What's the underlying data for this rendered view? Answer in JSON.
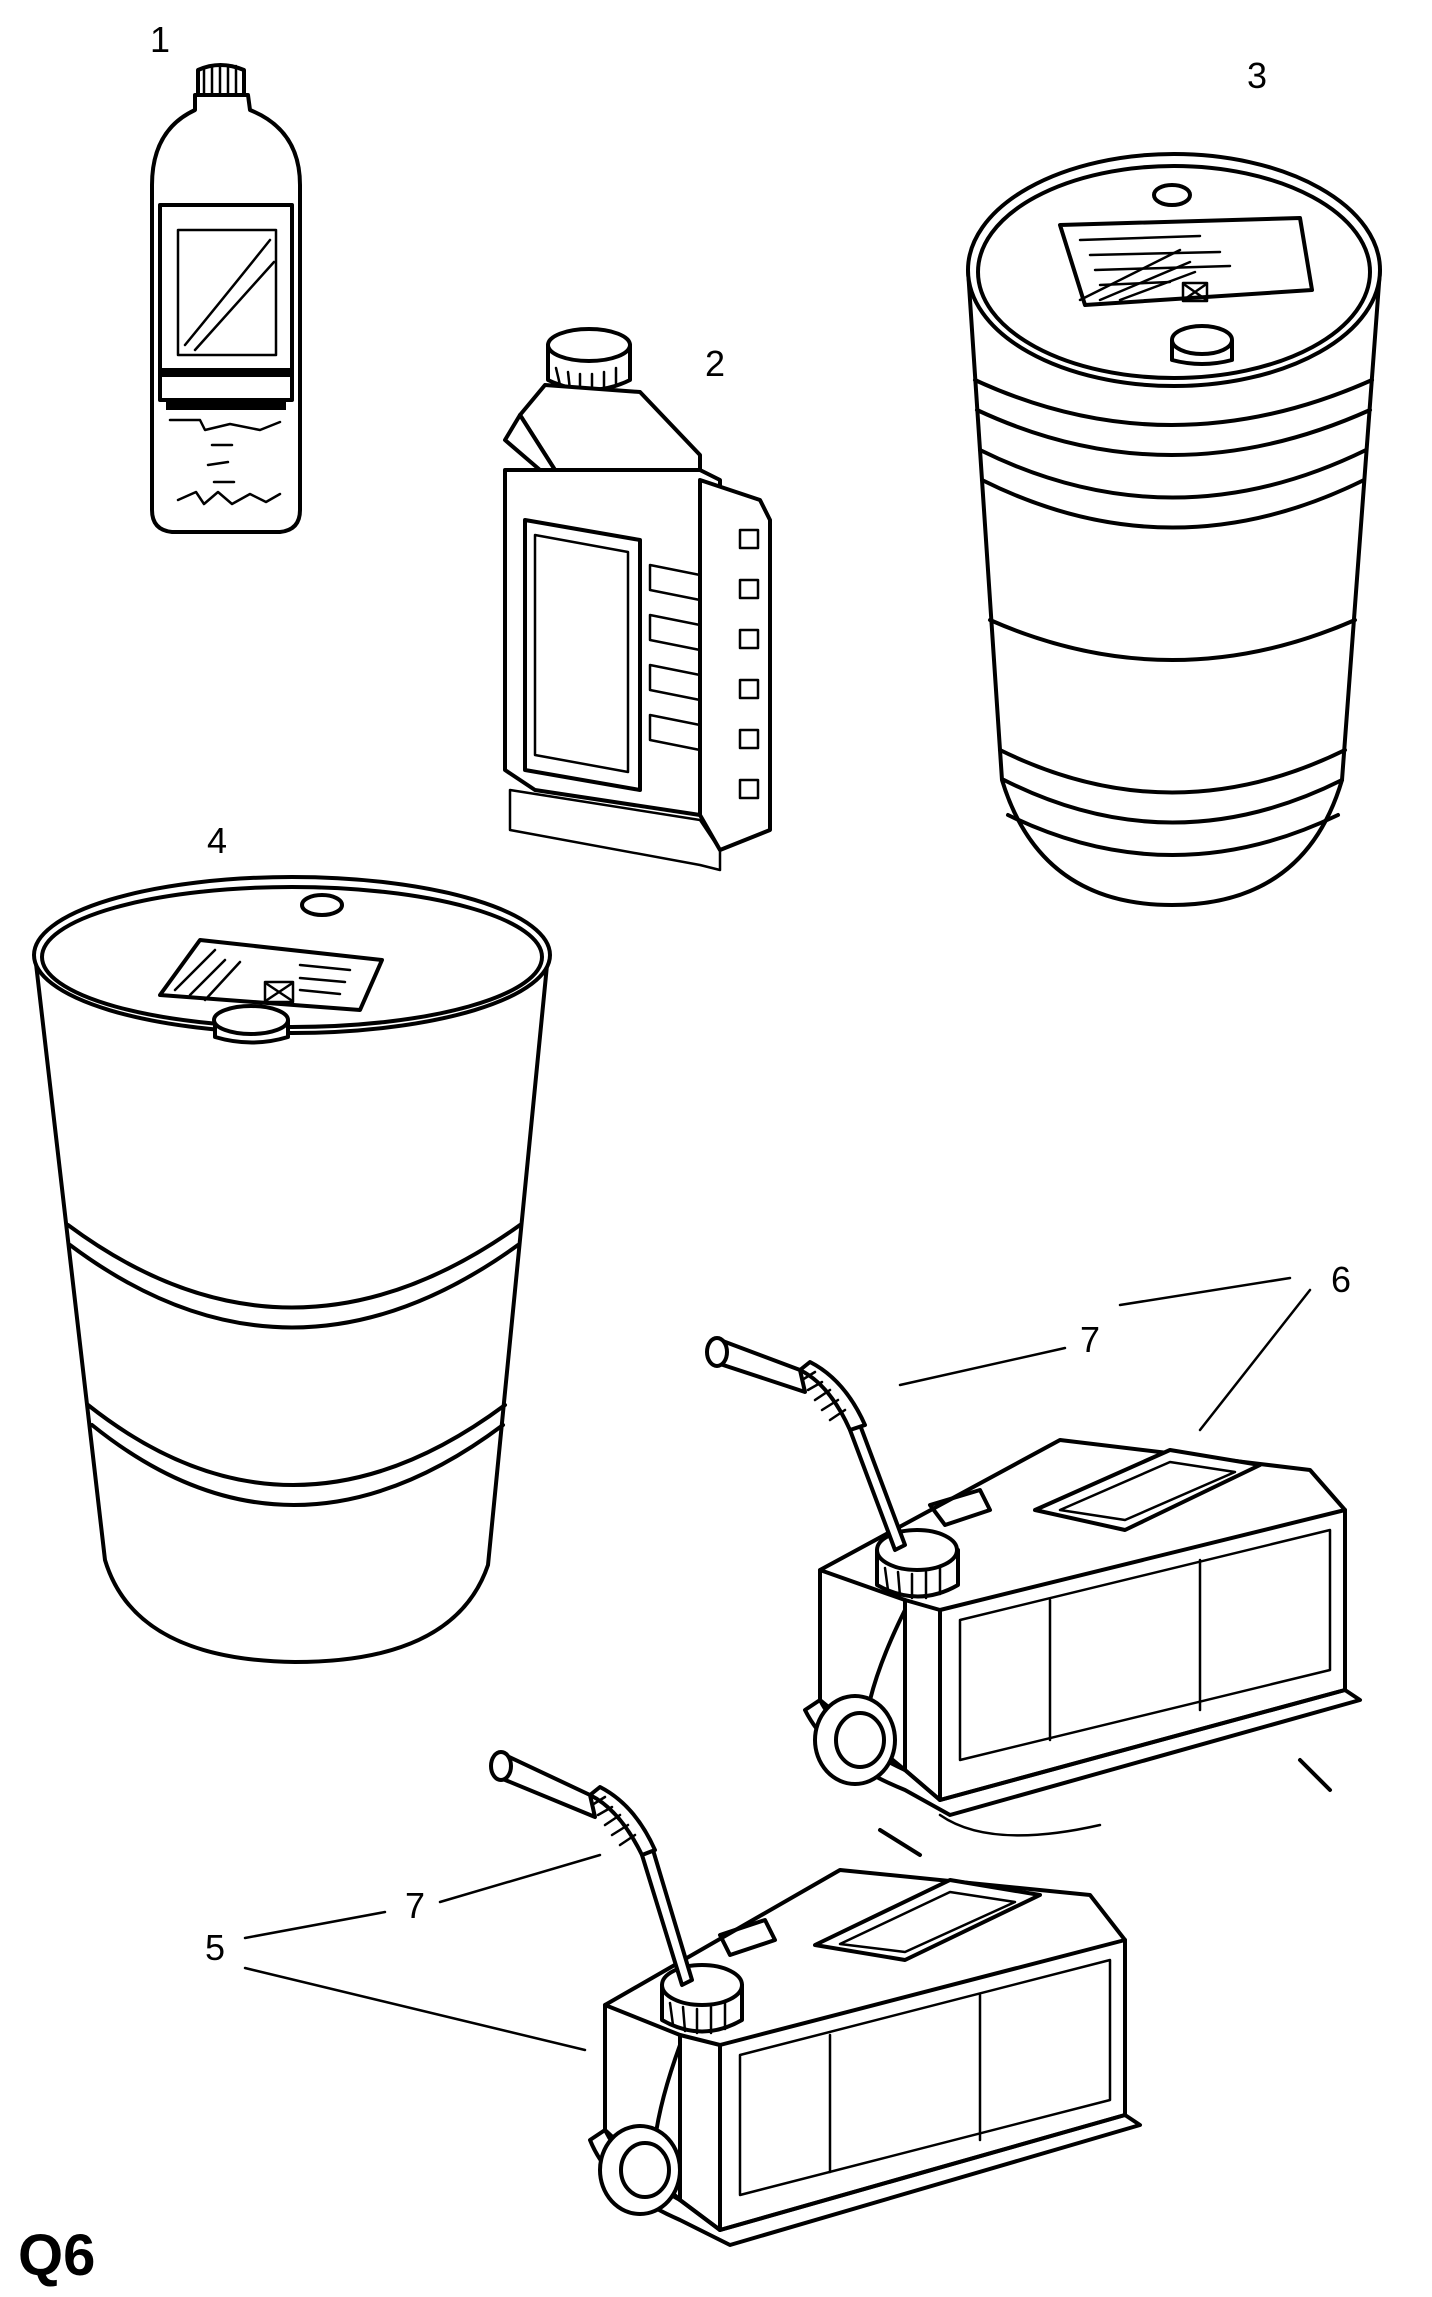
{
  "diagram": {
    "code": "Q6",
    "items": [
      {
        "callout": "1",
        "icon": "oil-bottle-icon"
      },
      {
        "callout": "2",
        "icon": "oil-jug-icon"
      },
      {
        "callout": "3",
        "icon": "drum-icon"
      },
      {
        "callout": "4",
        "icon": "barrel-icon"
      },
      {
        "callout": "5",
        "icon": "jerry-can-icon"
      },
      {
        "callout": "6",
        "icon": "jerry-can-icon"
      },
      {
        "callout": "7",
        "icon": "spout-icon"
      },
      {
        "callout": "7",
        "icon": "spout-icon"
      }
    ]
  }
}
